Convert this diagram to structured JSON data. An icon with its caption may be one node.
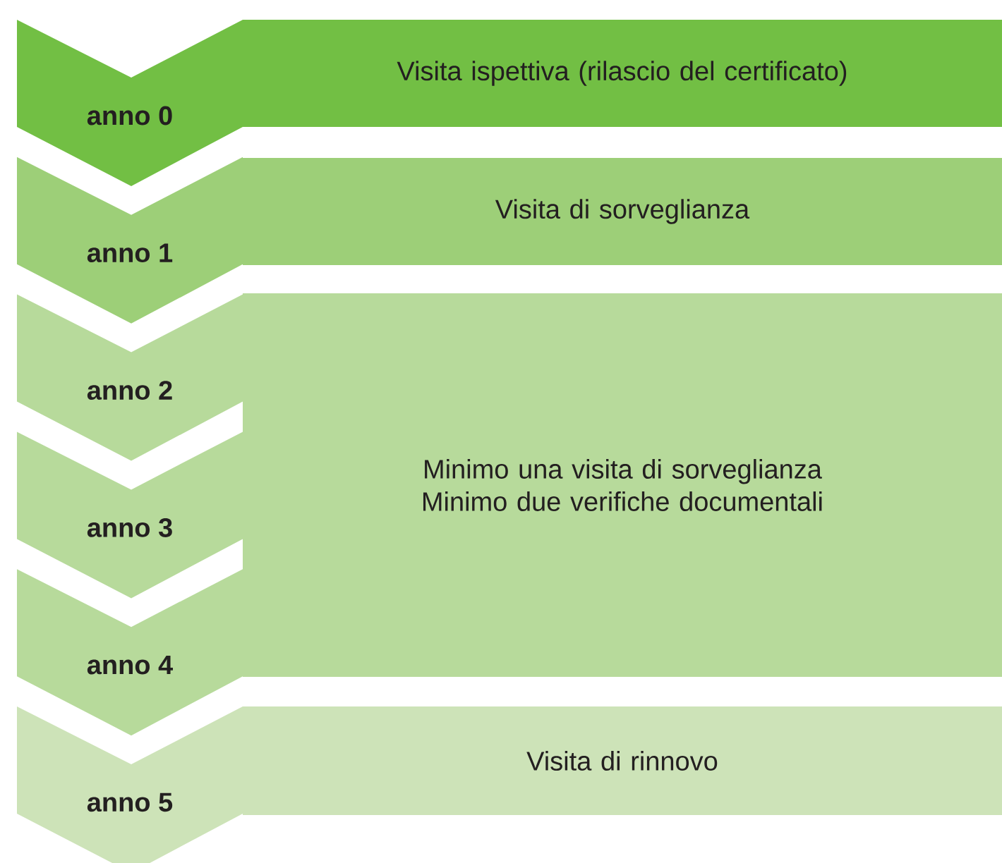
{
  "diagram": {
    "nodes": [
      {
        "text": [
          "Visita ispettiva (rilascio del certificato)"
        ]
      },
      {
        "text": [
          "anno 0"
        ]
      },
      {
        "text": [
          "Visita di sorveglianza"
        ]
      },
      {
        "text": [
          "anno 1"
        ]
      },
      {
        "text": [
          "anno 2"
        ]
      },
      {
        "text": [
          "Minimo una visita di sorveglianza Minimo due verifiche documentali"
        ]
      },
      {
        "text": [
          "anno 3"
        ]
      },
      {
        "text": [
          "anno 4"
        ]
      },
      {
        "text": [
          "Visita di rinnovo"
        ]
      },
      {
        "text": [
          "anno 5"
        ]
      }
    ]
  }
}
